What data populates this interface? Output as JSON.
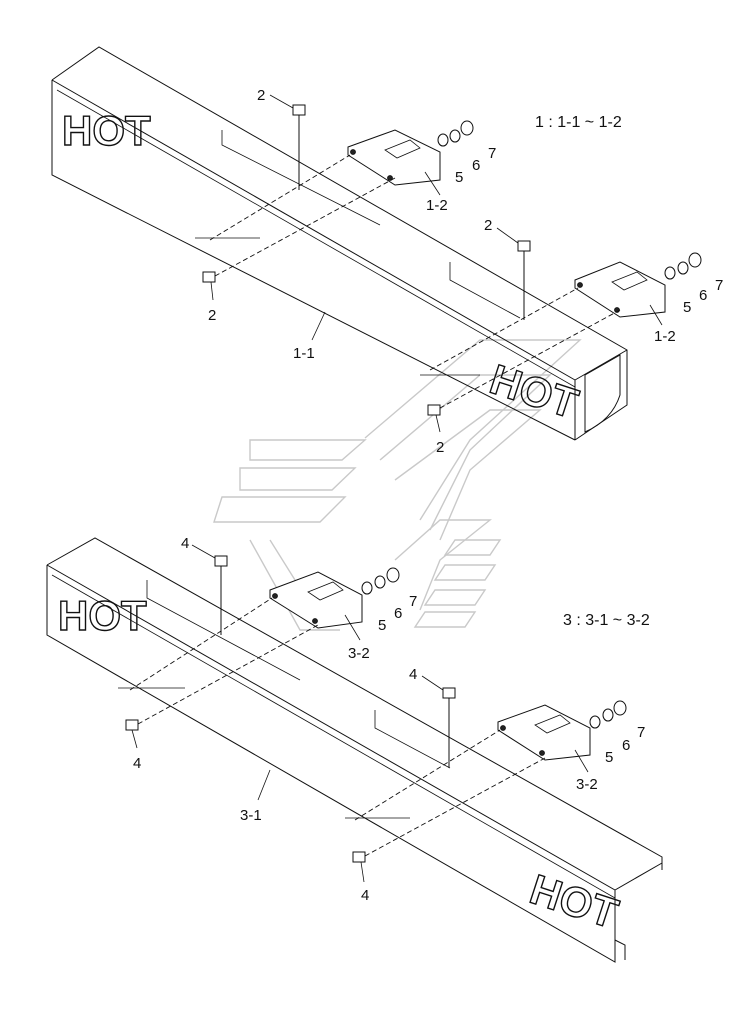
{
  "legend": {
    "top": "1 : 1-1 ~ 1-2",
    "bottom": "3 : 3-1 ~ 3-2"
  },
  "cover_text": "HOT",
  "callouts": {
    "c2a": "2",
    "c2b": "2",
    "c2c": "2",
    "c2d": "2",
    "c5a": "5",
    "c6a": "6",
    "c7a": "7",
    "c5b": "5",
    "c6b": "6",
    "c7b": "7",
    "c12a": "1-2",
    "c12b": "1-2",
    "c11": "1-1",
    "c4a": "4",
    "c4b": "4",
    "c4c": "4",
    "c4d": "4",
    "c5c": "5",
    "c6c": "6",
    "c7c": "7",
    "c5d": "5",
    "c6d": "6",
    "c7d": "7",
    "c32a": "3-2",
    "c32b": "3-2",
    "c31": "3-1"
  }
}
